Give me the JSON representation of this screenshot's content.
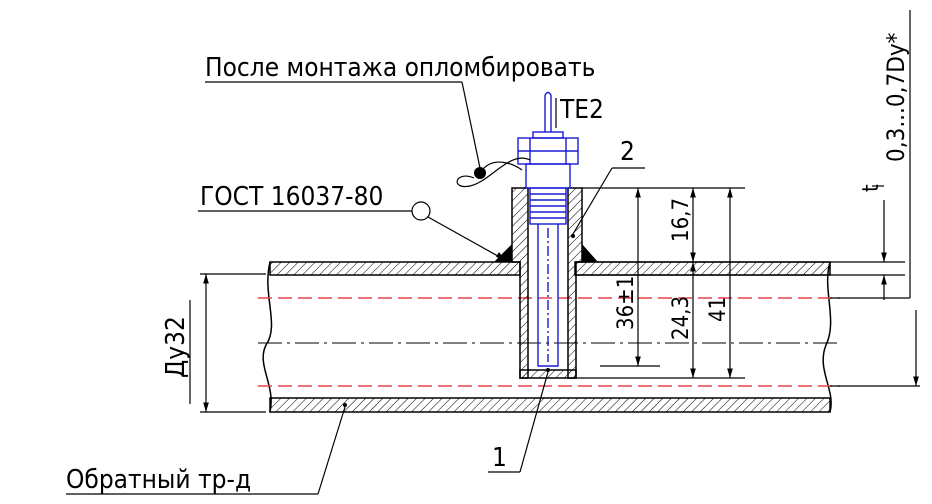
{
  "labels": {
    "note_seal": "После монтажа опломбировать",
    "sensor_id": "TE2",
    "weld_standard": "ГОСТ 16037-80",
    "pipe_name": "Обратный тр-д",
    "pipe_diameter": "Ду32",
    "part_1": "1",
    "part_2": "2"
  },
  "dimensions": {
    "d_16_7": "16,7",
    "d_24_3": "24,3",
    "d_36": "36±1",
    "d_41": "41",
    "d_t": "t",
    "d_immersion": "0,3...0,7Dy*"
  },
  "colors": {
    "line": "#000000",
    "sensor": "#1a1ad6",
    "centerline_red": "#e8404a"
  }
}
